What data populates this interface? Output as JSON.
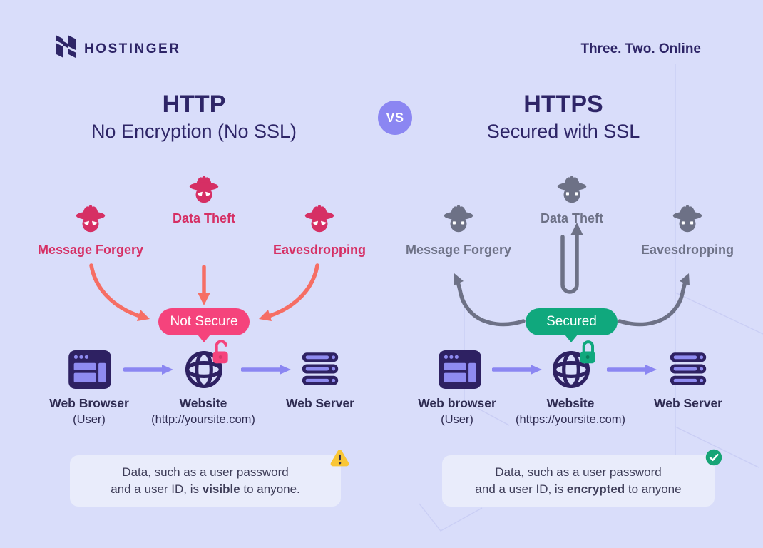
{
  "colors": {
    "bg": "#d9ddfa",
    "ink": "#2e2567",
    "pink": "#d62f64",
    "coral": "#f66e64",
    "pill": "#f5437c",
    "green": "#10a87d",
    "gray": "#6d7186",
    "purple": "#8b86f2",
    "iconDark": "#2e2162",
    "iconLight": "#8f8bf0",
    "noteBg": "#e9ecfb",
    "noteInk": "#3e3d58",
    "labelInk": "#2f2c52",
    "yellow": "#f9c636",
    "checkGreen": "#17a476",
    "deco": "#c7cbf3"
  },
  "header": {
    "brand": "HOSTINGER",
    "tagline": "Three. Two. Online"
  },
  "vs_label": "VS",
  "left": {
    "title": "HTTP",
    "subtitle": "No Encryption (No SSL)",
    "threats": [
      "Message Forgery",
      "Data Theft",
      "Eavesdropping"
    ],
    "badge": "Not Secure",
    "devices": [
      {
        "label": "Web Browser",
        "sublabel": "(User)"
      },
      {
        "label": "Website",
        "sublabel": "(http://yoursite.com)"
      },
      {
        "label": "Web Server",
        "sublabel": ""
      }
    ],
    "note": {
      "line1": "Data, such as a user password",
      "line2_pre": "and a user ID, is ",
      "line2_bold": "visible",
      "line2_post": " to anyone."
    }
  },
  "right": {
    "title": "HTTPS",
    "subtitle": "Secured with SSL",
    "threats": [
      "Message Forgery",
      "Data Theft",
      "Eavesdropping"
    ],
    "badge": "Secured",
    "devices": [
      {
        "label": "Web browser",
        "sublabel": "(User)"
      },
      {
        "label": "Website",
        "sublabel": "(https://yoursite.com)"
      },
      {
        "label": "Web Server",
        "sublabel": ""
      }
    ],
    "note": {
      "line1": "Data, such as a user password",
      "line2_pre": "and a user ID, is ",
      "line2_bold": "encrypted",
      "line2_post": " to anyone"
    }
  },
  "icons": {
    "logo": "hostinger-h-mark",
    "threat": "spy-hat-icon",
    "browser": "web-browser-icon",
    "globe": "website-globe-icon",
    "lock_open": "open-padlock-icon",
    "lock_closed": "closed-padlock-icon",
    "server": "server-stack-icon",
    "warning": "warning-triangle-icon",
    "success": "check-circle-icon"
  }
}
